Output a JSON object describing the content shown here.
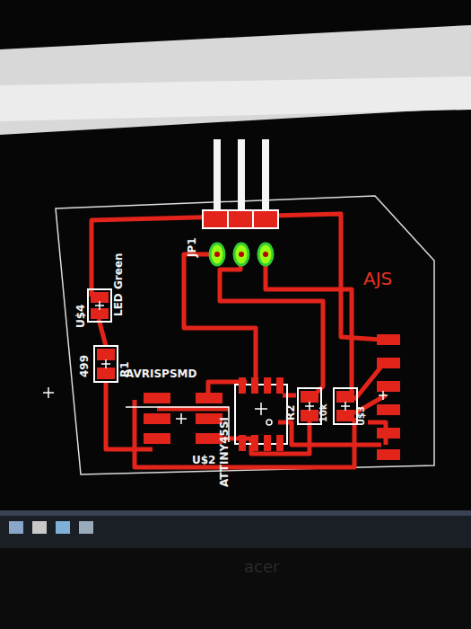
{
  "diagram": {
    "labels": [
      "JP1",
      "AJS",
      "U$4",
      "LED Green",
      "499",
      "R1",
      "AVRISPSMD",
      "ATTINY45SI",
      "U$2",
      "R2",
      "10k",
      "U$3",
      "acer"
    ]
  }
}
